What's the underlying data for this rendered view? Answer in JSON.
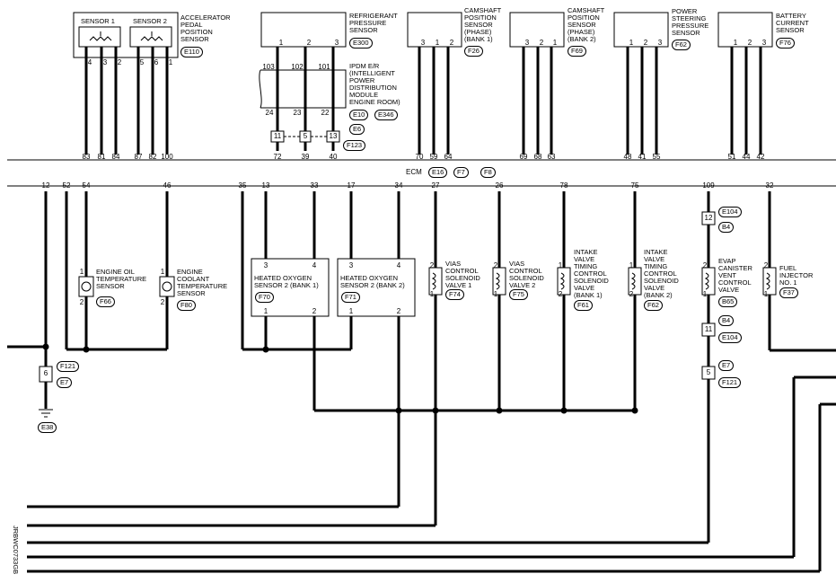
{
  "ecm": {
    "label": "ECM",
    "connectors": [
      "E16",
      "F7",
      "F8"
    ]
  },
  "top_components": [
    {
      "name": "ACCELERATOR\nPEDAL\nPOSITION\nSENSOR",
      "code": "E110",
      "sub": [
        "SENSOR 1",
        "SENSOR 2"
      ],
      "pins": [
        "4",
        "3",
        "2",
        "5",
        "6",
        "1"
      ],
      "ecm_pins": [
        "83",
        "81",
        "84",
        "87",
        "82",
        "100"
      ]
    },
    {
      "name": "REFRIGERANT\nPRESSURE\nSENSOR",
      "code": "E300",
      "pins": [
        "1",
        "2",
        "3"
      ]
    },
    {
      "name": "CAMSHAFT\nPOSITION\nSENSOR\n(PHASE)\n(BANK 1)",
      "code": "F26",
      "pins": [
        "3",
        "1",
        "2"
      ],
      "ecm_pins": [
        "70",
        "59",
        "64"
      ]
    },
    {
      "name": "CAMSHAFT\nPOSITION\nSENSOR\n(PHASE)\n(BANK 2)",
      "code": "F69",
      "pins": [
        "3",
        "2",
        "1"
      ],
      "ecm_pins": [
        "69",
        "68",
        "63"
      ]
    },
    {
      "name": "POWER\nSTEERING\nPRESSURE\nSENSOR",
      "code": "F62",
      "pins": [
        "1",
        "2",
        "3"
      ],
      "ecm_pins": [
        "48",
        "41",
        "55"
      ]
    },
    {
      "name": "BATTERY\nCURRENT\nSENSOR",
      "code": "F76",
      "pins": [
        "1",
        "2",
        "3"
      ],
      "ecm_pins": [
        "51",
        "44",
        "42"
      ]
    }
  ],
  "ipdm": {
    "name": "IPDM E/R\n(INTELLIGENT\nPOWER\nDISTRIBUTION\nMODULE\nENGINE ROOM)",
    "codes": [
      "E10",
      "E346"
    ],
    "top_pins": [
      "103",
      "102",
      "101"
    ],
    "bottom_pins": [
      "24",
      "23",
      "22"
    ],
    "relay_pins": [
      "11",
      "5",
      "13"
    ],
    "relay_codes": [
      "E6",
      "F123"
    ],
    "ecm_pins": [
      "72",
      "39",
      "40"
    ]
  },
  "ecm_bottom_pins": [
    "12",
    "52",
    "54",
    "46",
    "35",
    "13",
    "33",
    "17",
    "34",
    "27",
    "26",
    "78",
    "75",
    "109",
    "32"
  ],
  "bottom_components": [
    {
      "name": "ENGINE OIL\nTEMPERATURE\nSENSOR",
      "code": "F66",
      "pins": [
        "1",
        "2"
      ]
    },
    {
      "name": "ENGINE\nCOOLANT\nTEMPERATURE\nSENSOR",
      "code": "F80",
      "pins": [
        "1",
        "2"
      ]
    },
    {
      "name": "HEATED OXYGEN\nSENSOR 2 (BANK 1)",
      "code": "F70",
      "pins": [
        "3",
        "4",
        "1",
        "2"
      ]
    },
    {
      "name": "HEATED OXYGEN\nSENSOR 2 (BANK 2)",
      "code": "F71",
      "pins": [
        "3",
        "4",
        "1",
        "2"
      ]
    },
    {
      "name": "VIAS\nCONTROL\nSOLENOID\nVALVE 1",
      "code": "F74",
      "pins": [
        "2",
        "1"
      ]
    },
    {
      "name": "VIAS\nCONTROL\nSOLENOID\nVALVE 2",
      "code": "F75",
      "pins": [
        "2",
        "1"
      ]
    },
    {
      "name": "INTAKE\nVALVE\nTIMING\nCONTROL\nSOLENOID\nVALVE\n(BANK 1)",
      "code": "F61",
      "pins": [
        "1",
        "2"
      ]
    },
    {
      "name": "INTAKE\nVALVE\nTIMING\nCONTROL\nSOLENOID\nVALVE\n(BANK 2)",
      "code": "F62",
      "pins": [
        "1",
        "2"
      ]
    },
    {
      "name": "EVAP\nCANISTER\nVENT\nCONTROL\nVALVE",
      "code": "B65",
      "pins": [
        "2",
        "1"
      ]
    },
    {
      "name": "FUEL\nINJECTOR\nNo. 1",
      "code": "F37",
      "pins": [
        "2",
        "1"
      ]
    }
  ],
  "evap_connectors": {
    "upper": {
      "pin": "12",
      "codes": [
        "E104",
        "B4"
      ]
    },
    "middle": {
      "pin": "11",
      "codes": [
        "B4",
        "E104"
      ]
    },
    "lower": {
      "pin": "5",
      "codes": [
        "E7",
        "F121"
      ]
    }
  },
  "ground_connector": {
    "pin": "6",
    "codes": [
      "F121",
      "E7"
    ],
    "ground": "E38"
  },
  "diagram_id": "JRBWC0733GB"
}
